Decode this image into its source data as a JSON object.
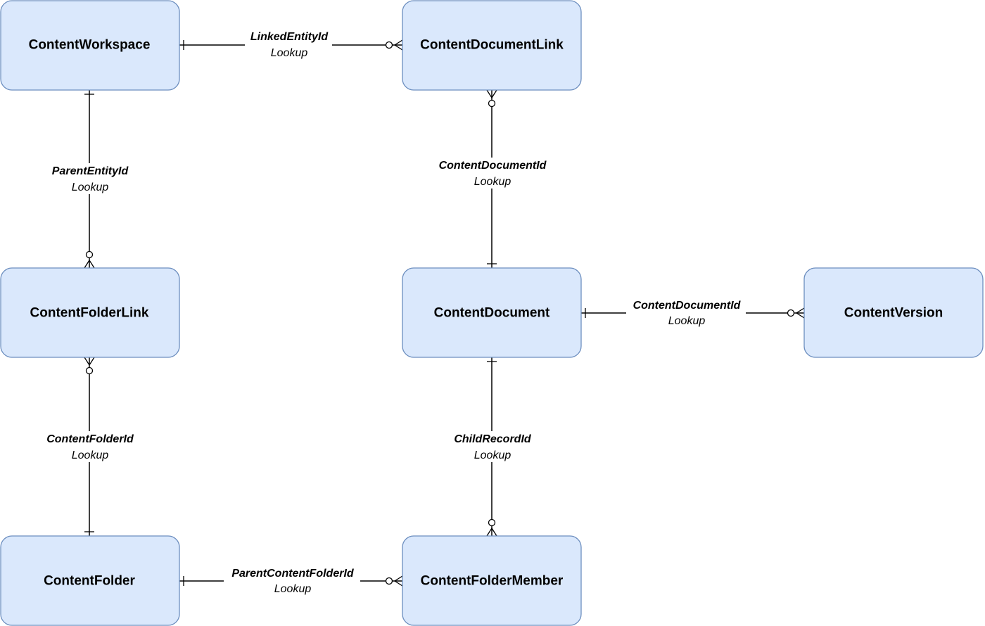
{
  "entities": [
    {
      "id": "content-workspace",
      "name": "ContentWorkspace"
    },
    {
      "id": "content-document-link",
      "name": "ContentDocumentLink"
    },
    {
      "id": "content-folder-link",
      "name": "ContentFolderLink"
    },
    {
      "id": "content-document",
      "name": "ContentDocument"
    },
    {
      "id": "content-version",
      "name": "ContentVersion"
    },
    {
      "id": "content-folder",
      "name": "ContentFolder"
    },
    {
      "id": "content-folder-member",
      "name": "ContentFolderMember"
    }
  ],
  "relationships": [
    {
      "id": "workspace-to-document-link",
      "from": "ContentWorkspace",
      "to": "ContentDocumentLink",
      "field": "LinkedEntityId",
      "type": "Lookup",
      "from_cardinality": "one",
      "to_cardinality": "zero-or-many"
    },
    {
      "id": "workspace-to-folder-link",
      "from": "ContentWorkspace",
      "to": "ContentFolderLink",
      "field": "ParentEntityId",
      "type": "Lookup",
      "from_cardinality": "one",
      "to_cardinality": "zero-or-many"
    },
    {
      "id": "document-to-document-link",
      "from": "ContentDocument",
      "to": "ContentDocumentLink",
      "field": "ContentDocumentId",
      "type": "Lookup",
      "from_cardinality": "one",
      "to_cardinality": "zero-or-many"
    },
    {
      "id": "document-to-version",
      "from": "ContentDocument",
      "to": "ContentVersion",
      "field": "ContentDocumentId",
      "type": "Lookup",
      "from_cardinality": "one",
      "to_cardinality": "zero-or-many"
    },
    {
      "id": "folder-to-folder-link",
      "from": "ContentFolder",
      "to": "ContentFolderLink",
      "field": "ContentFolderId",
      "type": "Lookup",
      "from_cardinality": "one",
      "to_cardinality": "zero-or-many"
    },
    {
      "id": "document-to-folder-member",
      "from": "ContentDocument",
      "to": "ContentFolderMember",
      "field": "ChildRecordId",
      "type": "Lookup",
      "from_cardinality": "one",
      "to_cardinality": "zero-or-many"
    },
    {
      "id": "folder-to-folder-member",
      "from": "ContentFolder",
      "to": "ContentFolderMember",
      "field": "ParentContentFolderId",
      "type": "Lookup",
      "from_cardinality": "one",
      "to_cardinality": "zero-or-many"
    }
  ]
}
